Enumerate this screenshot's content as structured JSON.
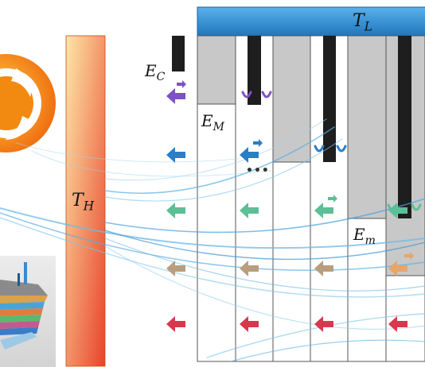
{
  "labels": {
    "t_low": {
      "base": "T",
      "sub": "L"
    },
    "t_high": {
      "base": "T",
      "sub": "H"
    },
    "e_c": {
      "base": "E",
      "sub": "C"
    },
    "e_m_upper": {
      "base": "E",
      "sub": "M"
    },
    "e_m_lower": {
      "base": "E",
      "sub": "m"
    },
    "ellipsis": "•••"
  },
  "colors": {
    "cold_bar": "#2f8fd4",
    "hot_bar_top": "#fde7a8",
    "hot_bar_bottom": "#e8432a",
    "filled_column": "#c8c8c8",
    "electrode": "#1e1e1e",
    "sun_logo": "#f28a12",
    "arrows": [
      "#7d52c4",
      "#2a7ec8",
      "#5cbf95",
      "#b89e7e",
      "#d8384e"
    ],
    "arrows_right_column": [
      "#7d52c4",
      "#2a7ec8",
      "#5cbf95",
      "#e8a56a",
      "#d8384e"
    ]
  },
  "icons": {
    "logo": "sun-logo-icon",
    "device": "layered-device-icon",
    "heat_flow": "airflow-wave-icon"
  }
}
